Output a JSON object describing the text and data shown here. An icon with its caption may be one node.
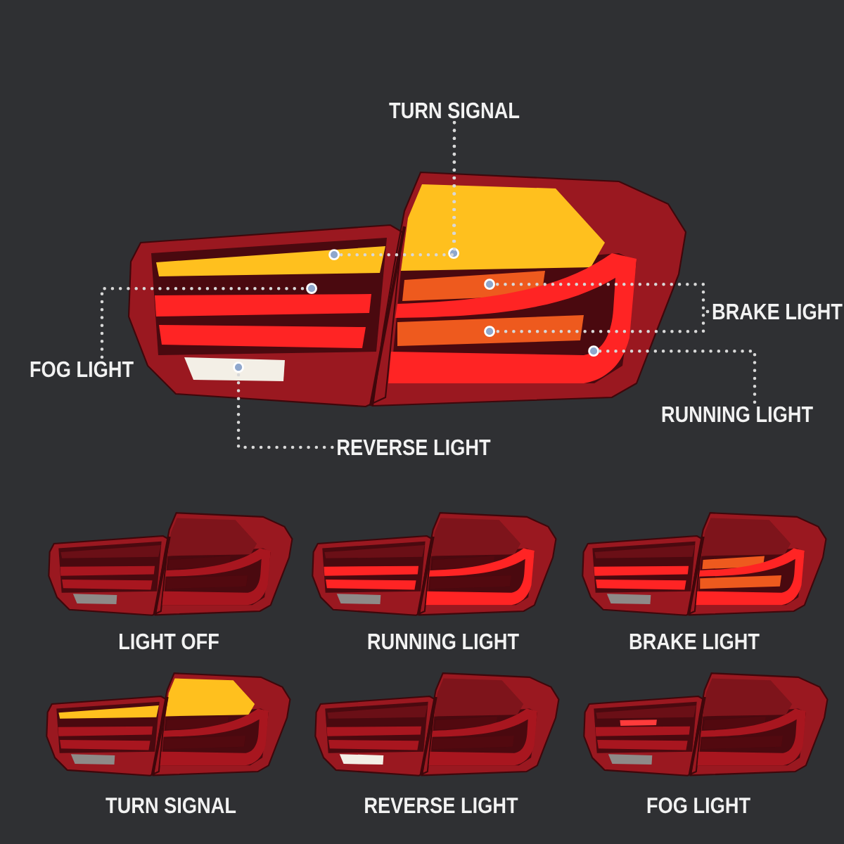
{
  "diagram": {
    "nodes": [
      {
        "text": [
          "TURN SIGNAL"
        ]
      },
      {
        "text": [
          "BRAKE LIGHT"
        ]
      },
      {
        "text": [
          "FOG LIGHT"
        ]
      },
      {
        "text": [
          "RUNNING LIGHT"
        ]
      },
      {
        "text": [
          "REVERSE LIGHT"
        ]
      },
      {
        "text": [],
        "shape": "picture"
      },
      {
        "text": [],
        "shape": "circle",
        "in": 5
      },
      {
        "text": [],
        "shape": "circle",
        "in": 5
      },
      {
        "text": [],
        "shape": "circle",
        "in": 5
      },
      {
        "text": [],
        "shape": "circle",
        "in": 5
      },
      {
        "text": [],
        "shape": "circle",
        "in": 5
      },
      {
        "text": [],
        "shape": "circle",
        "in": 5
      },
      {
        "text": [],
        "shape": "circle",
        "in": 5
      },
      {
        "text": [
          "LIGHT OFF"
        ]
      },
      {
        "text": [
          "RUNNING LIGHT"
        ]
      },
      {
        "text": [
          "BRAKE LIGHT"
        ]
      },
      {
        "text": [
          "TURN SIGNAL"
        ]
      },
      {
        "text": [
          "REVERSE LIGHT"
        ]
      },
      {
        "text": [
          "FOG LIGHT"
        ]
      }
    ],
    "edges": [
      {
        "from": 0,
        "to": 7,
        "arrow": "none"
      },
      {
        "from": 0,
        "to": 6,
        "arrow": "none"
      },
      {
        "from": 2,
        "to": 8,
        "arrow": "none"
      },
      {
        "from": 1,
        "to": 9,
        "arrow": "none"
      },
      {
        "from": 1,
        "to": 10,
        "arrow": "none"
      },
      {
        "from": 3,
        "to": 11,
        "arrow": "none"
      },
      {
        "from": 4,
        "to": 12,
        "arrow": "none"
      }
    ]
  }
}
